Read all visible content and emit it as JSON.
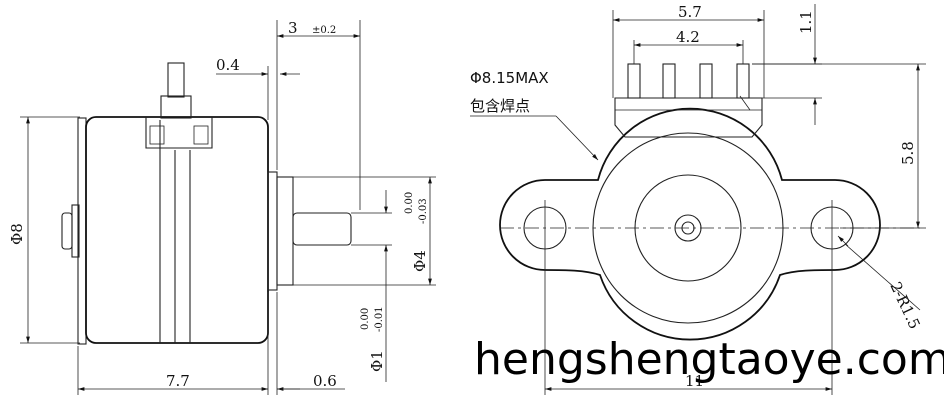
{
  "side_view": {
    "dims": {
      "height_3": "3",
      "height_3_tol": "±0.2",
      "pin_04": "0.4",
      "dia_8": "Φ8",
      "body_77": "7.7",
      "flange_06": "0.6",
      "shaft_dia_4": "Φ4",
      "shaft_dia_4_tol_upper": "0.00",
      "shaft_dia_4_tol_lower": "-0.03",
      "shaft_dia_1": "Φ1",
      "shaft_dia_1_tol_upper": "0.00",
      "shaft_dia_1_tol_lower": "-0.01"
    }
  },
  "front_view": {
    "dims": {
      "width_57": "5.7",
      "pitch_42": "4.2",
      "height_11": "1.1",
      "height_58": "5.8",
      "span_11": "11",
      "holes": "2-R1.5"
    },
    "note_line1": "Φ8.15MAX",
    "note_line2": "包含焊点"
  },
  "watermark": "hengshengtaoye.com"
}
